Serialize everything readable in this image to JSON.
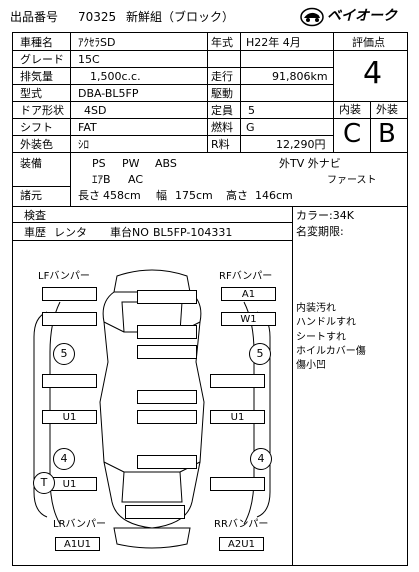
{
  "header": {
    "lot_label": "出品番号",
    "lot_number": "70325",
    "title": "新鮮組（ブロック）",
    "brand": "ベイオーク"
  },
  "spec": {
    "car_name_label": "車種名",
    "car_name": "ｱｸｾﾗSD",
    "grade_label": "グレード",
    "grade": "15C",
    "displacement_label": "排気量",
    "displacement": "1,500c.c.",
    "model_label": "型式",
    "model": "DBA-BL5FP",
    "doors_label": "ドア形状",
    "doors": "4SD",
    "shift_label": "シフト",
    "shift": "FAT",
    "color_label": "外装色",
    "color": "ｼﾛ",
    "year_label": "年式",
    "year": "H22年 4月",
    "mileage_label": "走行",
    "mileage": "91,806km",
    "drive_label": "駆動",
    "drive": "",
    "capacity_label": "定員",
    "capacity": "5",
    "fuel_label": "燃料",
    "fuel": "G",
    "r_fee_label": "R料",
    "r_fee": "12,290円"
  },
  "rating": {
    "score_label": "評価点",
    "score": "4",
    "interior_label": "内装",
    "exterior_label": "外装",
    "interior": "C",
    "exterior": "B"
  },
  "equipment": {
    "label": "装備",
    "row1": [
      "PS",
      "PW",
      "ABS"
    ],
    "row1_right": "外TV 外ナビ",
    "row2": [
      "ｴｱB",
      "AC"
    ],
    "row2_right": "ファースト"
  },
  "dimensions": {
    "label": "諸元",
    "length_label": "長さ",
    "length": "458cm",
    "width_label": "幅",
    "width": "175cm",
    "height_label": "高さ",
    "height": "146cm"
  },
  "inspection": {
    "label": "検査",
    "history_label": "車歴",
    "history": "レンタ",
    "chassis_label": "車台NO",
    "chassis": "BL5FP-104331",
    "color_code": "カラー:34K",
    "name_change": "名変期限:"
  },
  "diagram": {
    "lf_bumper": "LFバンパー",
    "rf_bumper": "RFバンパー",
    "lr_bumper": "LRバンパー",
    "rr_bumper": "RRバンパー",
    "rf_code": "A1",
    "w_code": "W1",
    "u1_left_1": "U1",
    "u1_left_2": "U1",
    "u1_right": "U1",
    "lr_code": "A1U1",
    "rr_code": "A2U1",
    "c5_left": "5",
    "c5_right": "5",
    "c4_left": "4",
    "c4_right": "4",
    "c_t": "T"
  },
  "notes": [
    "内装汚れ",
    "ハンドルすれ",
    "シートすれ",
    "ホイルカバー傷",
    "傷小凹"
  ]
}
